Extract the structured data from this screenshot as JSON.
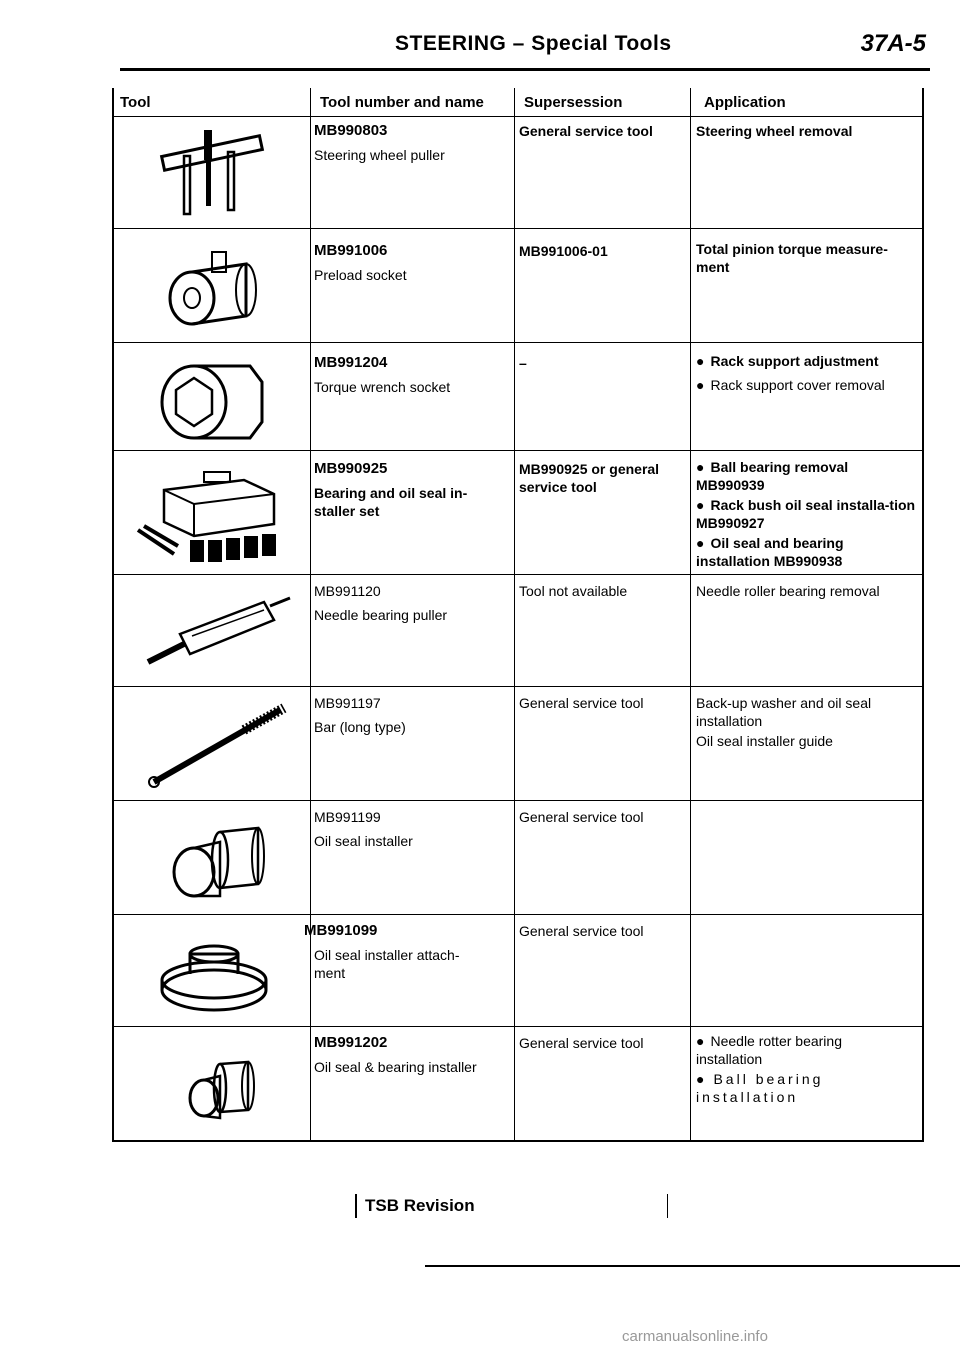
{
  "header": {
    "title": "STEERING – Special Tools",
    "section": "37A-5"
  },
  "table": {
    "headers": [
      "Tool",
      "Tool number and name",
      "Supersession",
      "Application"
    ],
    "rows": [
      {
        "number": "MB990803",
        "name": "Steering wheel puller",
        "supersession": "General service tool",
        "application": [
          "Steering wheel removal"
        ],
        "icon": "puller-icon"
      },
      {
        "number": "MB991006",
        "name": "Preload socket",
        "supersession": "MB991006-01",
        "application": [
          "Total pinion torque measure-",
          "ment"
        ],
        "icon": "preload-socket-icon"
      },
      {
        "number": "MB991204",
        "name": "Torque wrench socket",
        "supersession": "–",
        "application": [
          "Rack support adjustment",
          "Rack support cover removal"
        ],
        "icon": "torque-socket-icon"
      },
      {
        "number": "MB990925",
        "name": "Bearing and oil seal in-staller set",
        "supersession": "MB990925 or general service tool",
        "application": [
          "Ball bearing removal MB990939",
          "Rack bush oil seal installa-tion MB990927",
          "Oil seal and bearing installation MB990938"
        ],
        "icon": "tool-box-icon"
      },
      {
        "number": "MB991120",
        "name": "Needle bearing puller",
        "supersession": "Tool not available",
        "application": [
          "Needle roller bearing removal"
        ],
        "icon": "bearing-puller-icon"
      },
      {
        "number": "MB991197",
        "name": "Bar (long type)",
        "supersession": "General service tool",
        "application": [
          "Back-up washer and oil seal installation",
          "Oil seal installer guide"
        ],
        "icon": "long-bar-icon"
      },
      {
        "number": "MB991199",
        "name": "Oil seal installer",
        "supersession": "General service tool",
        "application": [],
        "icon": "seal-installer-icon"
      },
      {
        "number": "MB991099",
        "name": "Oil seal installer attach-ment",
        "supersession": "General service tool",
        "application": [],
        "icon": "attachment-icon"
      },
      {
        "number": "MB991202",
        "name": "Oil seal & bearing installer",
        "supersession": "General service tool",
        "application": [
          "Needle rotter bearing installation",
          "Ball bearing installation"
        ],
        "icon": "bearing-installer-icon"
      }
    ]
  },
  "footer": {
    "label": "TSB Revision"
  },
  "watermark": "carmanualsonline.info"
}
